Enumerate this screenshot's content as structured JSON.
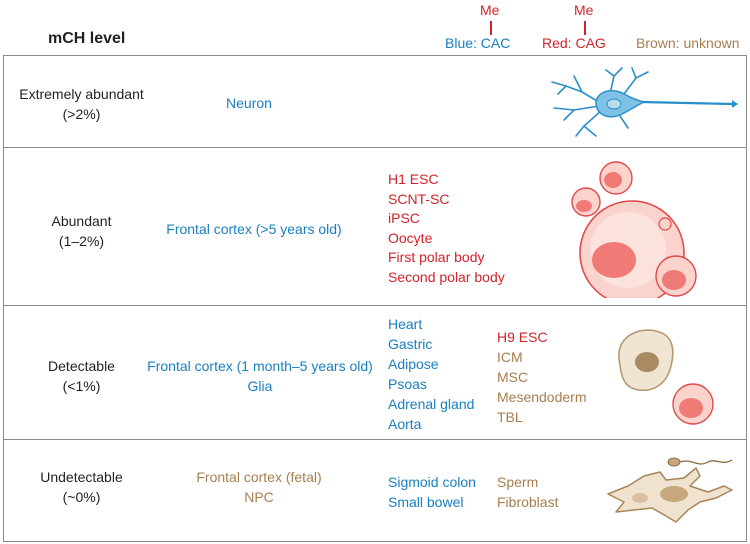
{
  "header": {
    "title": "mCH level",
    "me_label": "Me",
    "key_blue": "Blue: CAC",
    "key_red": "Red: CAG",
    "key_brown": "Brown: unknown"
  },
  "colors": {
    "blue": "#1a7fbf",
    "red": "#d2232a",
    "brown": "#a77e4e",
    "border": "#8a8a8a"
  },
  "rows": [
    {
      "level": "Extremely abundant",
      "range": "(>2%)",
      "col1": [
        "Neuron"
      ],
      "col2": [],
      "col3": [],
      "illustration": "neuron-icon"
    },
    {
      "level": "Abundant",
      "range": "(1–2%)",
      "col1": [
        "Frontal cortex (>5 years old)"
      ],
      "col2": [
        "H1 ESC",
        "SCNT-SC",
        "iPSC",
        "Oocyte",
        "First polar body",
        "Second polar body"
      ],
      "col3": [],
      "illustration": "stem-cells-oocyte-icon"
    },
    {
      "level": "Detectable",
      "range": "(<1%)",
      "col1": [
        "Frontal cortex (1 month–5 years old)",
        "Glia"
      ],
      "col2": [
        "Heart",
        "Gastric",
        "Adipose",
        "Psoas",
        "Adrenal gland",
        "Aorta"
      ],
      "col3": [
        "H9 ESC",
        "ICM",
        "MSC",
        "Mesendoderm",
        "TBL"
      ],
      "illustration": "cells-icon"
    },
    {
      "level": "Undetectable",
      "range": "(~0%)",
      "col1": [
        "Frontal cortex (fetal)",
        "NPC"
      ],
      "col2": [
        "Sigmoid colon",
        "Small bowel"
      ],
      "col3": [
        "Sperm",
        "Fibroblast"
      ],
      "illustration": "sperm-fibroblast-icon"
    }
  ]
}
